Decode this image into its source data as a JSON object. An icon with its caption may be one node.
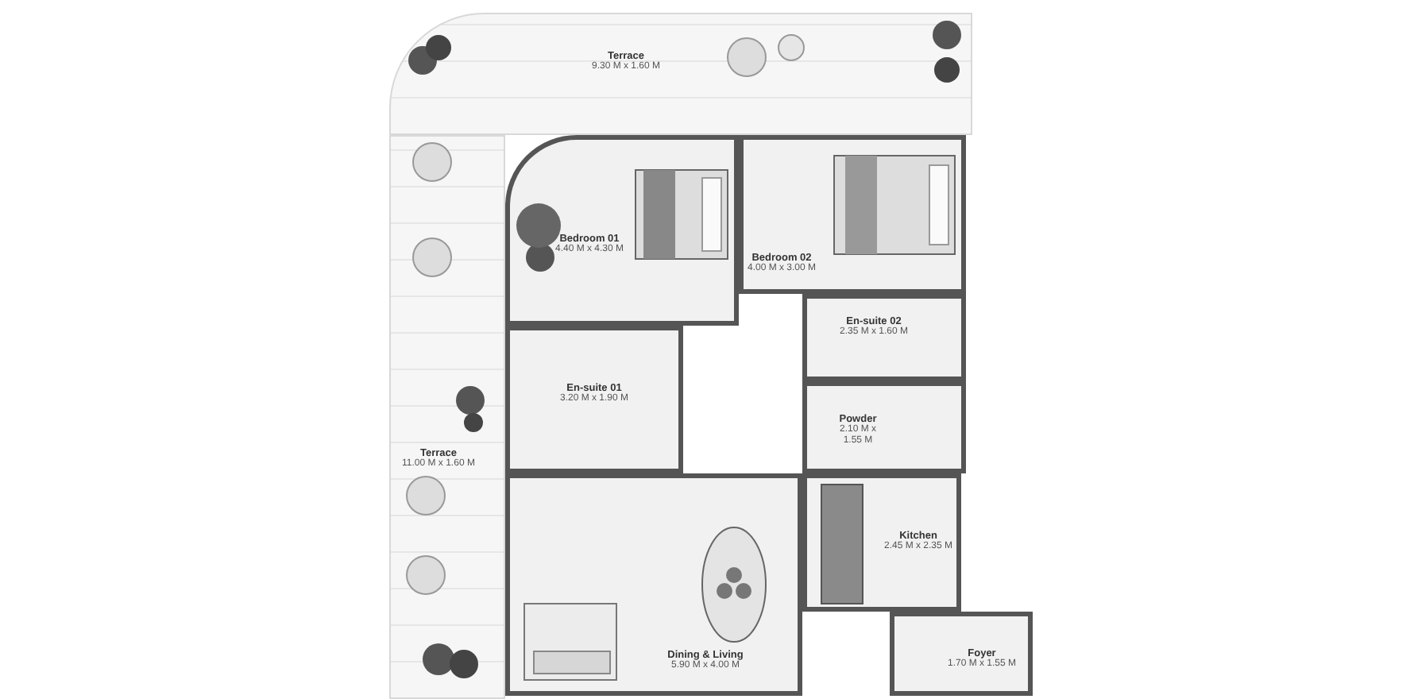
{
  "diagram": {
    "nodes": [
      {
        "text": [
          "Terrace",
          "9.30 M x 1.60 M"
        ]
      },
      {
        "text": [
          "Bedroom 01",
          "4.40 M x 4.30 M"
        ]
      },
      {
        "text": [
          "Bedroom 02",
          "4.00 M x 3.00 M"
        ]
      },
      {
        "text": [
          "En-suite 02",
          "2.35 M x 1.60 M"
        ]
      },
      {
        "text": [
          "En-suite 01",
          "3.20 M x 1.90 M"
        ]
      },
      {
        "text": [
          "Powder",
          "2.10 M x 1.55 M"
        ]
      },
      {
        "text": [
          "Terrace",
          "11.00 M x 1.60 M"
        ]
      },
      {
        "text": [
          "Kitchen",
          "2.45 M x 2.35 M"
        ]
      },
      {
        "text": [
          "Dining & Living",
          "5.90 M x 4.00 M"
        ]
      },
      {
        "text": [
          "Foyer",
          "1.70 M x 1.55 M"
        ]
      }
    ]
  }
}
